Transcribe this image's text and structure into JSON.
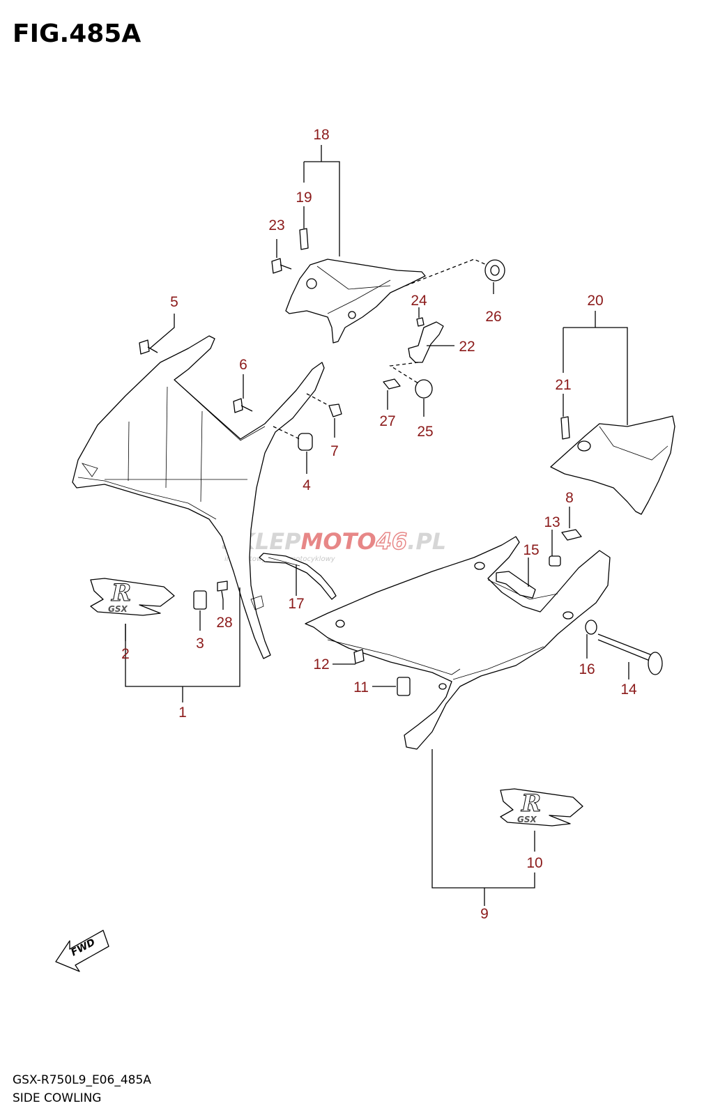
{
  "figure": {
    "title": "FIG.485A",
    "model_code": "GSX-R750L9_E06_485A",
    "section_name": "SIDE COWLING"
  },
  "watermark": {
    "brand_a": "SKLEP",
    "brand_b": "MOTO",
    "brand_c": "46",
    "brand_d": ".PL",
    "tagline": "internetowy sklep motocyklowy"
  },
  "decal": {
    "big_letter": "R",
    "small_text": "GSX"
  },
  "fwd_label": "FWD",
  "callouts": [
    "1",
    "2",
    "3",
    "4",
    "5",
    "6",
    "7",
    "8",
    "9",
    "10",
    "11",
    "12",
    "13",
    "14",
    "15",
    "16",
    "17",
    "18",
    "19",
    "20",
    "21",
    "22",
    "23",
    "24",
    "25",
    "26",
    "27",
    "28"
  ],
  "colors": {
    "callout_text": "#8b1a1a",
    "line": "#000000",
    "watermark_grey": "#b5b5b5",
    "watermark_red": "#e06060"
  }
}
